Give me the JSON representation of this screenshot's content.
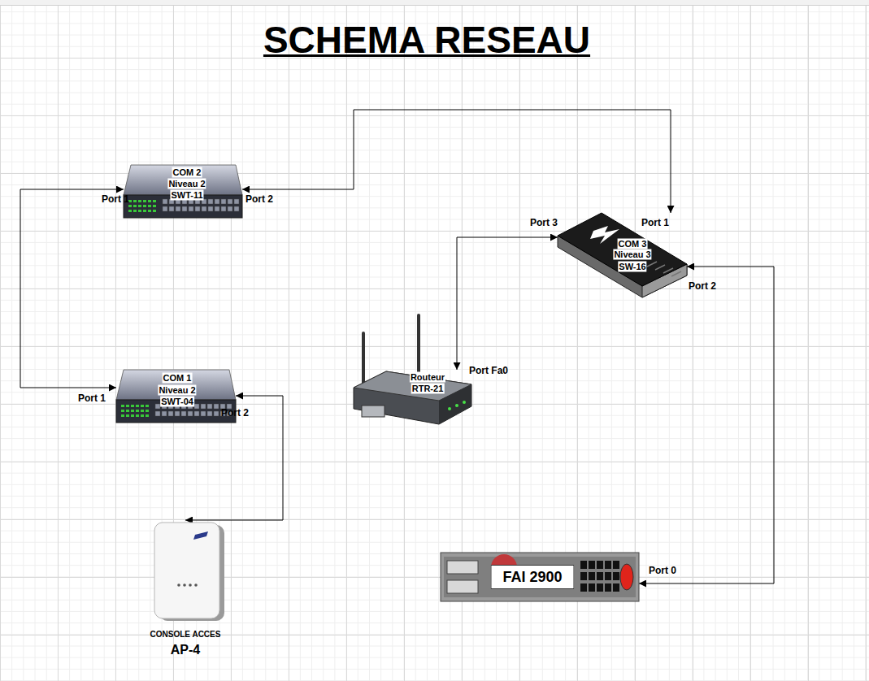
{
  "diagram": {
    "title": "SCHEMA RESEAU",
    "nodes": [
      {
        "text": [
          "COM 2",
          "Niveau 2",
          "SWT-11"
        ]
      },
      {
        "text": [
          "COM 3",
          "Niveau 3",
          "SW-16"
        ]
      },
      {
        "text": [
          "COM 1",
          "Niveau 2",
          "SWT-04"
        ]
      },
      {
        "text": [
          "Routeur",
          "RTR-21"
        ]
      },
      {
        "text": [
          "CONSOLE ACCES",
          "AP-4"
        ]
      },
      {
        "text": [
          "FAI 2900"
        ]
      }
    ],
    "edges": [
      {
        "from": 0,
        "to": 2,
        "arrow": "both"
      },
      {
        "from": 0,
        "to": 1,
        "arrow": "both"
      },
      {
        "from": 2,
        "to": 4,
        "arrow": "both"
      },
      {
        "from": 3,
        "to": 1,
        "arrow": "both"
      },
      {
        "from": 1,
        "to": 5,
        "arrow": "both"
      }
    ],
    "labels": [
      "Port 1",
      "Port 2",
      "Port 3",
      "Port 1",
      "Port 2",
      "Port 1",
      "Port 2",
      "Port Fa0",
      "Port 0"
    ]
  }
}
